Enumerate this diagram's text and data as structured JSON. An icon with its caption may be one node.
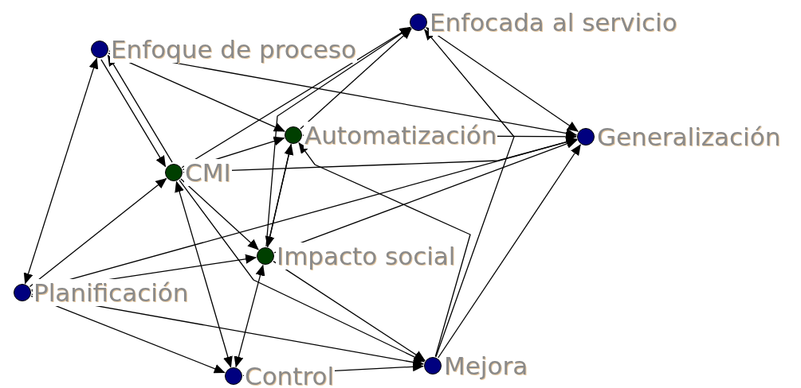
{
  "diagram": {
    "nodes": [
      {
        "text": [
          "Enfocada al servicio"
        ]
      },
      {
        "text": [
          "Enfoque de proceso"
        ]
      },
      {
        "text": [
          "Automatización"
        ]
      },
      {
        "text": [
          "Generalización"
        ]
      },
      {
        "text": [
          "CMI"
        ]
      },
      {
        "text": [
          "Impacto social"
        ]
      },
      {
        "text": [
          "Planificación"
        ]
      },
      {
        "text": [
          "Mejora"
        ]
      },
      {
        "text": [
          "Control"
        ]
      }
    ],
    "edges": [
      {
        "from": 6,
        "to": 1,
        "arrow": "both"
      },
      {
        "from": 1,
        "to": 4,
        "arrow": "to"
      },
      {
        "from": 4,
        "to": 1,
        "arrow": "to"
      },
      {
        "from": 1,
        "to": 2,
        "arrow": "to"
      },
      {
        "from": 1,
        "to": 3,
        "arrow": "to"
      },
      {
        "from": 4,
        "to": 0,
        "arrow": "to"
      },
      {
        "from": 2,
        "to": 0,
        "arrow": "to"
      },
      {
        "from": 5,
        "to": 0,
        "arrow": "to"
      },
      {
        "from": 7,
        "to": 0,
        "arrow": "to"
      },
      {
        "from": 3,
        "to": 0,
        "arrow": "both"
      },
      {
        "from": 2,
        "to": 3,
        "arrow": "to"
      },
      {
        "from": 4,
        "to": 3,
        "arrow": "to"
      },
      {
        "from": 5,
        "to": 3,
        "arrow": "to"
      },
      {
        "from": 6,
        "to": 3,
        "arrow": "to"
      },
      {
        "from": 7,
        "to": 3,
        "arrow": "to"
      },
      {
        "from": 4,
        "to": 2,
        "arrow": "to"
      },
      {
        "from": 5,
        "to": 2,
        "arrow": "to"
      },
      {
        "from": 7,
        "to": 2,
        "arrow": "to"
      },
      {
        "from": 4,
        "to": 5,
        "arrow": "to"
      },
      {
        "from": 2,
        "to": 5,
        "arrow": "to"
      },
      {
        "from": 6,
        "to": 5,
        "arrow": "to"
      },
      {
        "from": 6,
        "to": 4,
        "arrow": "to"
      },
      {
        "from": 4,
        "to": 8,
        "arrow": "both"
      },
      {
        "from": 5,
        "to": 8,
        "arrow": "both"
      },
      {
        "from": 6,
        "to": 8,
        "arrow": "to"
      },
      {
        "from": 6,
        "to": 7,
        "arrow": "to"
      },
      {
        "from": 8,
        "to": 7,
        "arrow": "to"
      },
      {
        "from": 5,
        "to": 7,
        "arrow": "to"
      },
      {
        "from": 4,
        "to": 7,
        "arrow": "to"
      }
    ]
  }
}
